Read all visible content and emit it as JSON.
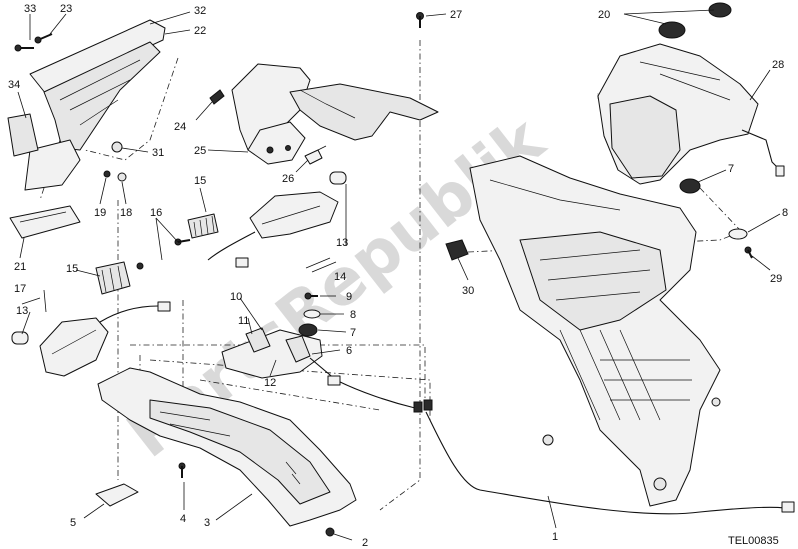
{
  "drawing_code": "TEL00835",
  "watermark": "PartsRepublik",
  "callouts": [
    {
      "id": "c1",
      "label": "1"
    },
    {
      "id": "c2",
      "label": "2"
    },
    {
      "id": "c3",
      "label": "3"
    },
    {
      "id": "c4",
      "label": "4"
    },
    {
      "id": "c5",
      "label": "5"
    },
    {
      "id": "c6",
      "label": "6"
    },
    {
      "id": "c7a",
      "label": "7"
    },
    {
      "id": "c7b",
      "label": "7"
    },
    {
      "id": "c8a",
      "label": "8"
    },
    {
      "id": "c8b",
      "label": "8"
    },
    {
      "id": "c9",
      "label": "9"
    },
    {
      "id": "c10",
      "label": "10"
    },
    {
      "id": "c11",
      "label": "11"
    },
    {
      "id": "c12",
      "label": "12"
    },
    {
      "id": "c13a",
      "label": "13"
    },
    {
      "id": "c13b",
      "label": "13"
    },
    {
      "id": "c14",
      "label": "14"
    },
    {
      "id": "c15a",
      "label": "15"
    },
    {
      "id": "c15b",
      "label": "15"
    },
    {
      "id": "c16",
      "label": "16"
    },
    {
      "id": "c17",
      "label": "17"
    },
    {
      "id": "c18",
      "label": "18"
    },
    {
      "id": "c19",
      "label": "19"
    },
    {
      "id": "c20",
      "label": "20"
    },
    {
      "id": "c21",
      "label": "21"
    },
    {
      "id": "c22",
      "label": "22"
    },
    {
      "id": "c23",
      "label": "23"
    },
    {
      "id": "c24",
      "label": "24"
    },
    {
      "id": "c25",
      "label": "25"
    },
    {
      "id": "c26",
      "label": "26"
    },
    {
      "id": "c27",
      "label": "27"
    },
    {
      "id": "c28",
      "label": "28"
    },
    {
      "id": "c29",
      "label": "29"
    },
    {
      "id": "c30",
      "label": "30"
    },
    {
      "id": "c31",
      "label": "31"
    },
    {
      "id": "c32",
      "label": "32"
    },
    {
      "id": "c33",
      "label": "33"
    },
    {
      "id": "c34",
      "label": "34"
    }
  ]
}
